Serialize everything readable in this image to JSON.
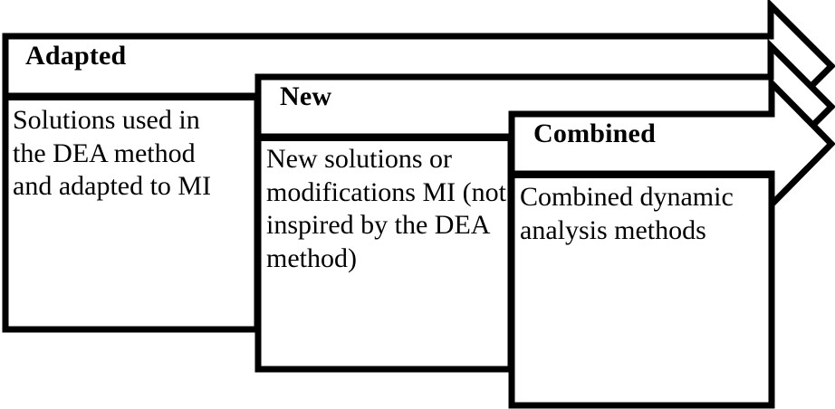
{
  "diagram": {
    "type": "three-stage-arrow-banner",
    "title": "",
    "stages": [
      {
        "id": "adapted",
        "title": "Adapted",
        "body": "Solutions used in the DEA method and adapted to MI",
        "body_lines": [
          "Solutions used",
          "in the DEA",
          "method and",
          "adapted to MI"
        ],
        "arrow_icon": "right-arrow-icon"
      },
      {
        "id": "new",
        "title": "New",
        "body": "New solutions or modifications MI (not inspired by the DEA method)",
        "body_lines": [
          "New solutions",
          "or modifications",
          "MI (not inspired",
          "by the DEA",
          "method)"
        ],
        "arrow_icon": "right-arrow-icon"
      },
      {
        "id": "combined",
        "title": "Combined",
        "body": "Combined dynamic analysis methods",
        "body_lines": [
          "Combined",
          "dynamic",
          "analysis",
          "methods"
        ],
        "arrow_icon": "right-arrow-icon"
      }
    ],
    "colors": {
      "stroke": "#000000",
      "fill": "#ffffff",
      "text": "#000000"
    }
  }
}
